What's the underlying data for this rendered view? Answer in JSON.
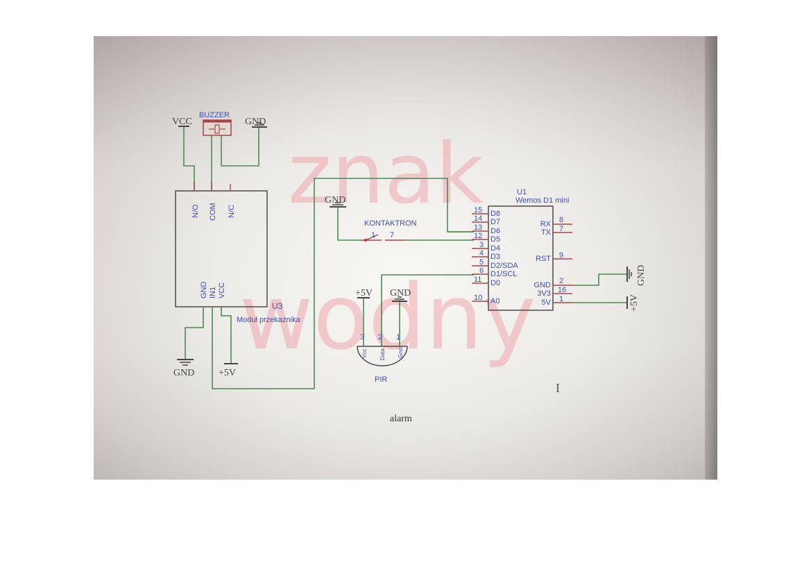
{
  "caption": "alarm",
  "watermark": {
    "line1": "znak",
    "line2": "wodny"
  },
  "colors": {
    "wire": "#4a8a52",
    "pin": "#b04040",
    "component_outline": "#4a4a4a",
    "label": "#3a4fb5",
    "watermark": "#f096a0"
  },
  "components": {
    "buzzer": {
      "label": "BUZZER",
      "vcc_label": "VCC",
      "gnd_label": "GND"
    },
    "relay": {
      "ref": "U3",
      "name": "Moduł przekaznika",
      "top_pins": [
        "N/O",
        "COM",
        "N/C"
      ],
      "bottom_pins": [
        "GND",
        "IN1",
        "VCC"
      ],
      "gnd_label": "GND",
      "vcc_label": "+5V"
    },
    "reed_switch": {
      "label": "KONTAKTRON",
      "pin_a": "1",
      "pin_b": "7",
      "gnd_label": "GND"
    },
    "pir": {
      "label": "PIR",
      "pins": [
        {
          "num": "3",
          "name": "Vcc"
        },
        {
          "num": "2",
          "name": "Data"
        },
        {
          "num": "1",
          "name": "Gnd"
        }
      ],
      "vcc_label": "+5V",
      "gnd_label": "GND"
    },
    "mcu": {
      "ref": "U1",
      "name": "Wemos D1 mini",
      "left_pins": [
        {
          "num": "15",
          "name": "D8"
        },
        {
          "num": "14",
          "name": "D7"
        },
        {
          "num": "13",
          "name": "D6"
        },
        {
          "num": "12",
          "name": "D5"
        },
        {
          "num": "3",
          "name": "D4"
        },
        {
          "num": "4",
          "name": "D3"
        },
        {
          "num": "5",
          "name": "D2/SDA"
        },
        {
          "num": "6",
          "name": "D1/SCL"
        },
        {
          "num": "11",
          "name": "D0"
        },
        {
          "num": "10",
          "name": "A0"
        }
      ],
      "right_pins": [
        {
          "num": "8",
          "name": "RX"
        },
        {
          "num": "7",
          "name": "TX"
        },
        {
          "num": "9",
          "name": "RST"
        },
        {
          "num": "2",
          "name": "GND"
        },
        {
          "num": "16",
          "name": "3V3"
        },
        {
          "num": "1",
          "name": "5V"
        }
      ],
      "gnd_label": "GND",
      "vcc_label": "+5V"
    }
  },
  "cursor": {
    "type": "text-cursor",
    "glyph": "I"
  }
}
